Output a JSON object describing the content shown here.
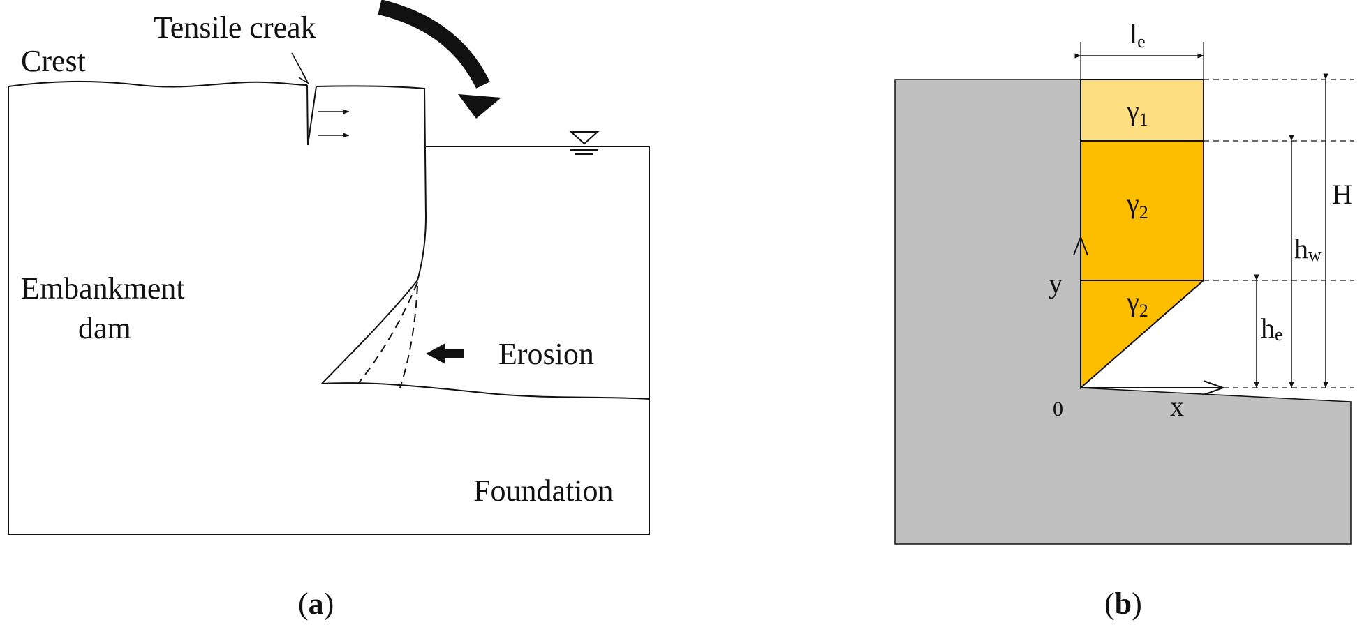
{
  "panel_a": {
    "crest_label": "Crest",
    "crack_label": "Tensile creak",
    "dam_label_line1": "Embankment",
    "dam_label_line2": "dam",
    "erosion_label": "Erosion",
    "foundation_label": "Foundation",
    "caption_open": "(",
    "caption_letter": "a",
    "caption_close": ")"
  },
  "panel_b": {
    "le_base": "l",
    "le_sub": "e",
    "layer1_base": "γ",
    "layer1_sub": "1",
    "layer2_base": "γ",
    "layer2_sub": "2",
    "layer3_base": "γ",
    "layer3_sub": "2",
    "H_label": "H",
    "hw_base": "h",
    "hw_sub": "w",
    "he_base": "h",
    "he_sub": "e",
    "y_label": "y",
    "x_label": "x",
    "origin_label": "0",
    "caption_open": "(",
    "caption_letter": "b",
    "caption_close": ")"
  },
  "colors": {
    "layer_top": "#FDDE80",
    "layer_main": "#FDBE00",
    "ground": "#C0C0C0",
    "line": "#111111"
  }
}
